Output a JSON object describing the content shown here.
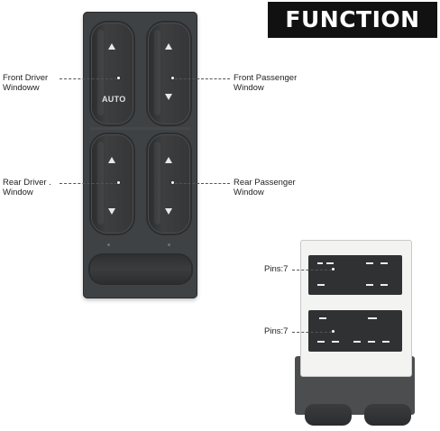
{
  "banner": {
    "title": "FUNCTION"
  },
  "labels": {
    "front_driver": {
      "line1": "Front Driver",
      "line2": "Windoww"
    },
    "front_passenger": {
      "line1": "Front Passenger",
      "line2": "Window"
    },
    "rear_driver": {
      "line1": "Rear Driver .",
      "line2": "Window"
    },
    "rear_passenger": {
      "line1": "Rear Passenger",
      "line2": "Window"
    }
  },
  "switch_panel": {
    "auto_label": "AUTO"
  },
  "connector": {
    "top_pins": "Pins:7",
    "bottom_pins": "Pins:7"
  },
  "colors": {
    "banner_bg": "#111111",
    "banner_text": "#ffffff",
    "panel": "#3f4244",
    "connector_body": "#f3f3f1"
  }
}
